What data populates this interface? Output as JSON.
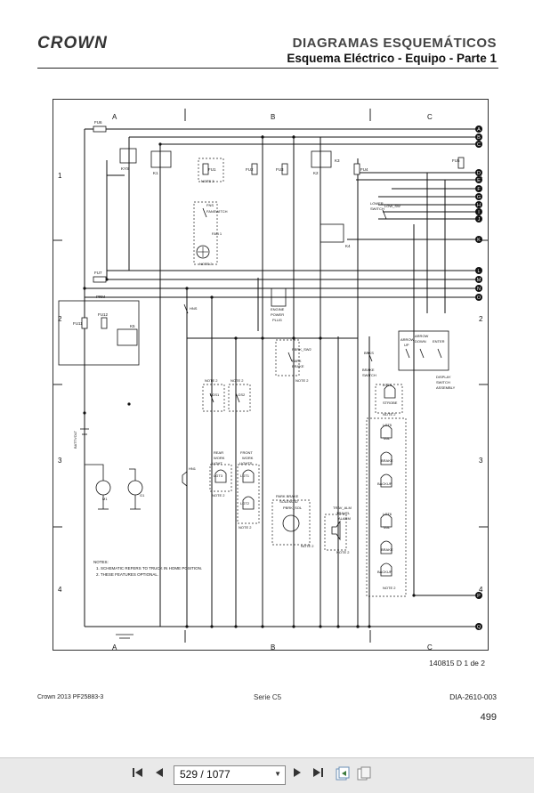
{
  "header": {
    "logo": "CROWN",
    "title": "DIAGRAMAS ESQUEMÁTICOS",
    "subtitle": "Esquema Eléctrico - Equipo - Parte 1"
  },
  "diagram": {
    "zones_top": [
      "A",
      "B",
      "C"
    ],
    "zones_bottom": [
      "A",
      "B",
      "C"
    ],
    "rows_left": [
      "1",
      "2",
      "3",
      "4"
    ],
    "rows_right": [
      "1",
      "2",
      "3",
      "4"
    ],
    "terminals": [
      "A",
      "B",
      "C",
      "D",
      "E",
      "F",
      "G",
      "H",
      "I",
      "J",
      "K",
      "L",
      "M",
      "N",
      "O",
      "P",
      "Q"
    ],
    "labels": {
      "fu6": "FU6",
      "fu7": "FU7",
      "fu1": "FU1",
      "fu2": "FU2",
      "fu3": "FU3",
      "fu4": "FU4",
      "fu5": "FU5",
      "fu11": "FU11",
      "fu12": "FU12",
      "prm": "PRM",
      "k5": "K5",
      "kys": "KYS",
      "k1": "K1",
      "k2": "K2",
      "k3": "K3",
      "k4": "K4",
      "note2": "NOTE 2",
      "fns": "FNS",
      "fanswitch": "FANSWITCH",
      "fan1": "FAN 1",
      "lower_switch_1": "LOWER",
      "lower_switch_2": "SWITCH",
      "low_sw": "LOW_SW",
      "engine_plug_1": "ENGINE",
      "engine_plug_2": "POWER",
      "engine_plug_3": "PLUG",
      "hns": "HNS",
      "pbrk_sw2": "PBRK_SW2",
      "park_brake_1": "PARK",
      "park_brake_2": "BRAKE",
      "brks": "BRKS",
      "brake_switch_1": "BRAKE",
      "brake_switch_2": "SWITCH",
      "arrow_up_1": "ARROW",
      "arrow_up_2": "UP",
      "arrow_down_1": "ARROW",
      "arrow_down_2": "DOWN",
      "enter": "ENTER",
      "display_switch_1": "DISPLAY",
      "display_switch_2": "SWITCH",
      "display_switch_3": "ASSEMBLY",
      "ls1": "LGS1",
      "ls2": "LGS2",
      "rear_work_1": "REAR",
      "rear_work_2": "WORK",
      "rear_work_3": "LIGHT",
      "front_work_1": "FRONT",
      "front_work_2": "WORK",
      "front_work_3": "LIGHTS",
      "lgt3": "LGT3",
      "lgt1": "LGT1",
      "lgt2": "LGT2",
      "lgt4": "LGT4",
      "strobe": "STROBE",
      "lgt5": "LGT5",
      "lgt6": "LGT6",
      "tail": "TAIL",
      "brake": "BRAKE",
      "backup": "BACKUP",
      "park_sol_1": "PARK BRAKE",
      "park_sol_2": "SOLENOID",
      "pbrk_sol": "PBRK_SOL",
      "trav_alm": "TRAV_ALM",
      "travel_1": "TRAVEL",
      "travel_2": "ALARM",
      "battvolt": "BATTVOLT",
      "m1": "M1",
      "g1": "G1",
      "hn1": "HN1",
      "notes_title": "NOTES:",
      "note_1": "1. SCHEMATIC REFERS TO TRUCK IN HOME POSITION.",
      "note_2": "2. THESE FEATURES OPTIONAL."
    }
  },
  "drawing_ref": "140815 D 1 de 2",
  "footer": {
    "left": "Crown 2013 PF25883-3",
    "center": "Serie C5",
    "right": "DIA-2610-003",
    "page_number": "499"
  },
  "viewer": {
    "page_value": "529 / 1077",
    "first_icon": "first-page-icon",
    "prev_icon": "prev-page-icon",
    "next_icon": "next-page-icon",
    "last_icon": "last-page-icon"
  }
}
